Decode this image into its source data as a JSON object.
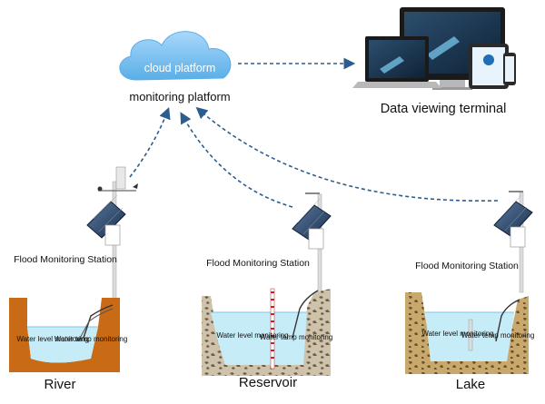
{
  "cloud": {
    "label": "cloud platform"
  },
  "monitoring": {
    "label": "monitoring platform"
  },
  "terminal": {
    "label": "Data viewing terminal"
  },
  "stations": [
    {
      "label": "Flood Monitoring Station",
      "basin": "River",
      "sensor_level": "Water level monitoring",
      "sensor_temp": "Water temp monitoring"
    },
    {
      "label": "Flood Monitoring Station",
      "basin": "Reservoir",
      "sensor_level": "Water level monitoring",
      "sensor_temp": "Water temp monitoring"
    },
    {
      "label": "Flood Monitoring Station",
      "basin": "Lake",
      "sensor_level": "Water level monitoring",
      "sensor_temp": "Water temp monitoring"
    }
  ],
  "colors": {
    "arrow": "#2b5d8e",
    "water": "#c6ecf7",
    "river_bank": "#c96a16",
    "reservoir_bank": "#cdbfa7",
    "lake_bank": "#c7a66a",
    "cloud": "#7fc0ee"
  }
}
